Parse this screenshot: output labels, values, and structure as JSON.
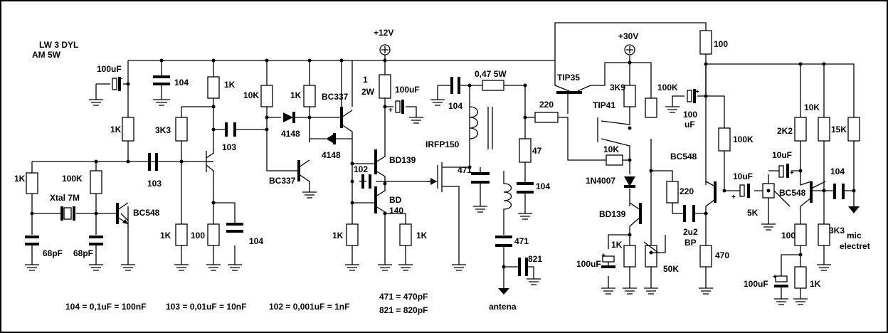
{
  "title": {
    "line1": "LW 3 DYL",
    "line2": "AM 5W"
  },
  "supplies": {
    "v12": "+12V",
    "v30": "+30V"
  },
  "components": {
    "c_in": "100uF",
    "c_104a": "104",
    "r_1k_a": "1K",
    "r_1k_b": "1K",
    "r_1k_c": "1K",
    "r_100k_a": "100K",
    "xtal": "Xtal 7M",
    "c_103a": "103",
    "c_68a": "68pF",
    "c_68b": "68pF",
    "q1": "BC548",
    "r_3k3": "3K3",
    "c_103b": "103",
    "r_1k_d": "1K",
    "r_100": "100",
    "c_104b": "104",
    "r_10k_a": "10K",
    "r_1k_e": "1K",
    "d1": "4148",
    "d2": "4148",
    "q2": "BC337",
    "q3": "BC337",
    "r_1_2w_a": "1",
    "r_1_2w_b": "2W",
    "c_100u_b": "100uF",
    "c_102": "102",
    "q4": "BD139",
    "q5a": "BD",
    "q5b": "140",
    "r_1k_f": "1K",
    "r_1k_g": "1K",
    "mosfet": "IRFP150",
    "c_104c": "104",
    "r_047": "0,47 5W",
    "c_471a": "471",
    "r_220a": "220",
    "r_47": "47",
    "c_104d": "104",
    "c_471b": "471",
    "c_821": "821",
    "antenna": "antena",
    "q6": "TIP35",
    "q7": "TIP41",
    "r_3k9": "3K9",
    "r_10k_b": "10K",
    "d3": "1N4007",
    "r_100k_b": "100K",
    "q8": "BD139",
    "r_1k_h": "1K",
    "c_100u_c": "100uF",
    "pot_50k": "50K",
    "r_220b": "220",
    "c_2u2a": "2u2",
    "c_2u2b": "BP",
    "r_100_top": "100",
    "c_100u_d1": "100",
    "c_100u_d2": "uF",
    "r_100k_c": "100K",
    "q9": "BC548",
    "r_470": "470",
    "c_10u_a": "10uF",
    "pot_5k": "5K",
    "r_2k2": "2K2",
    "r_10k_c": "10K",
    "c_10u_b": "10uF",
    "q10": "BC548",
    "r_15k": "15K",
    "c_104e": "104",
    "r_100b": "100",
    "r_3k3b": "3K3",
    "mic1": "mic",
    "mic2": "electret",
    "c_100u_e": "100uF",
    "r_1k_i": "1K"
  },
  "notes": {
    "n104": "104 = 0,1uF = 100nF",
    "n103": "103 = 0,01uF = 10nF",
    "n102": "102 = 0,001uF = 1nF",
    "n471": "471 = 470pF",
    "n821": "821 = 820pF"
  }
}
